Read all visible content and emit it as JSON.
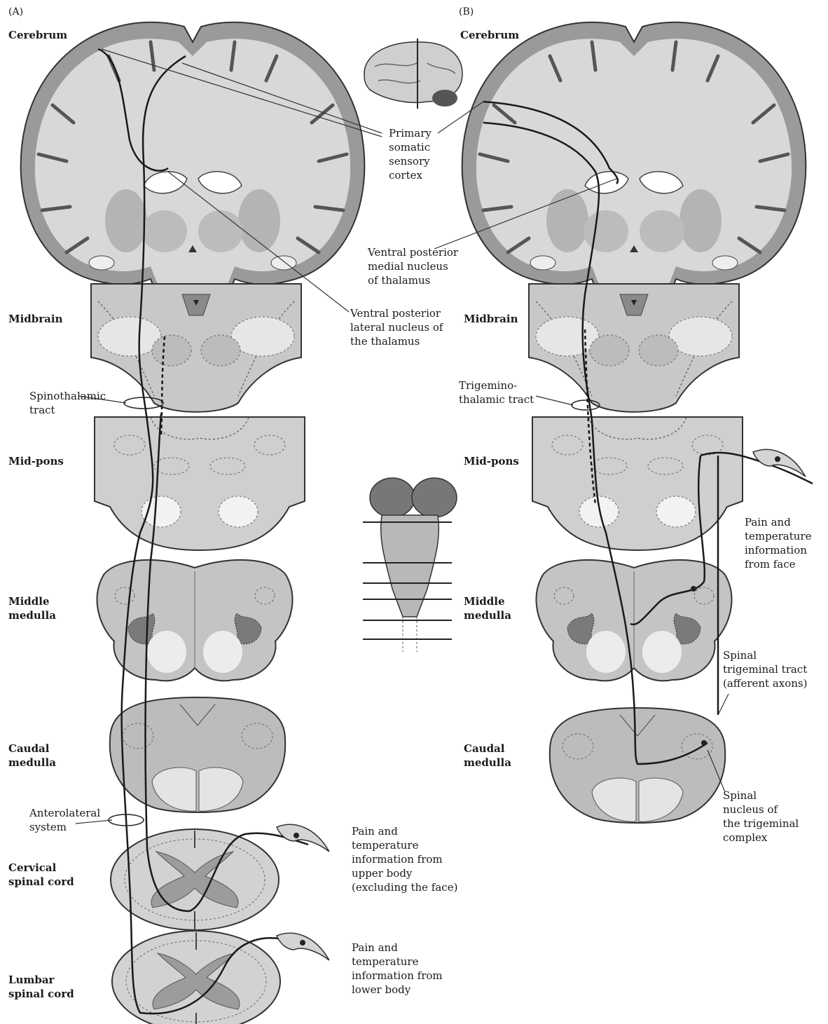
{
  "panels": {
    "a": {
      "letter": "(A)",
      "levels": {
        "cerebrum": "Cerebrum",
        "midbrain": "Midbrain",
        "mid_pons": "Mid-pons",
        "middle_medulla": "Middle\nmedulla",
        "caudal_medulla": "Caudal\nmedulla",
        "cervical_spinal_cord": "Cervical\nspinal cord",
        "lumbar_spinal_cord": "Lumbar\nspinal cord"
      },
      "labels": {
        "primary_somatic_sensory_cortex": "Primary\nsomatic\nsensory\ncortex",
        "vpl_nucleus": "Ventral posterior\nlateral nucleus of\nthe thalamus",
        "spinothalamic_tract": "Spinothalamic\ntract",
        "anterolateral_system": "Anterolateral\nsystem",
        "pain_temp_upper_body": "Pain and\ntemperature\ninformation from\nupper body\n(excluding the face)",
        "pain_temp_lower_body": "Pain and\ntemperature\ninformation from\nlower body"
      }
    },
    "b": {
      "letter": "(B)",
      "levels": {
        "cerebrum": "Cerebrum",
        "midbrain": "Midbrain",
        "mid_pons": "Mid-pons",
        "middle_medulla": "Middle\nmedulla",
        "caudal_medulla": "Caudal\nmedulla"
      },
      "labels": {
        "vpm_nucleus": "Ventral posterior\nmedial nucleus\nof thalamus",
        "trigeminothalamic_tract": "Trigemino-\nthalamic tract",
        "pain_temp_face": "Pain and\ntemperature\ninformation\nfrom face",
        "spinal_trigeminal_tract": "Spinal\ntrigeminal tract\n(afferent axons)",
        "spinal_trigeminal_nucleus": "Spinal\nnucleus of\nthe trigeminal\ncomplex"
      }
    }
  },
  "colors": {
    "tissue": "#d4d4d4",
    "gray_matter": "#a8a8a8",
    "white_matter": "#dadada",
    "ventricle": "#ffffff",
    "outline": "#333333",
    "pathway": "#1a1a1a"
  }
}
